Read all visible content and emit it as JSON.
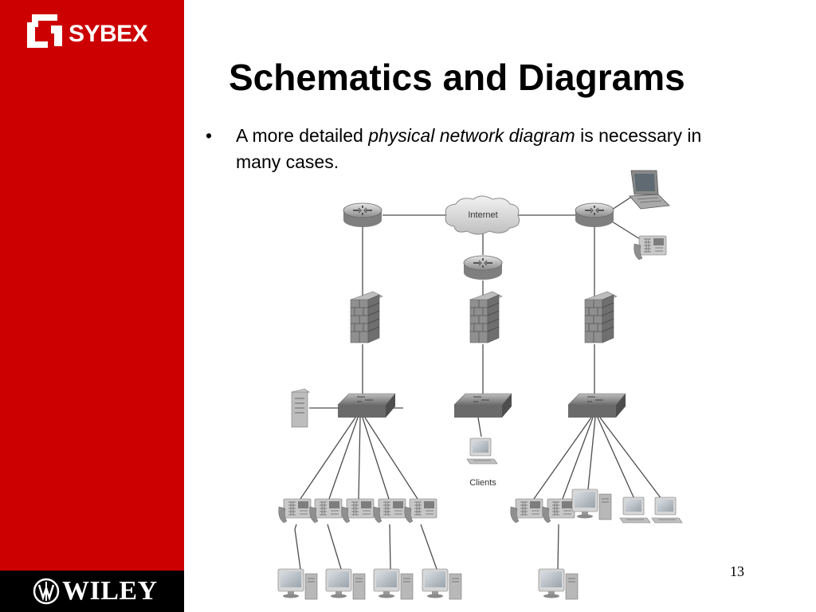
{
  "slide": {
    "title": "Schematics and Diagrams",
    "bullet_symbol": "•",
    "bullet_before": "A more detailed ",
    "bullet_italic": "physical network diagram",
    "bullet_after": " is necessary in many cases.",
    "page_number": "13"
  },
  "branding": {
    "top_logo": "SYBEX",
    "bottom_logo": "WILEY",
    "sidebar_color": "#cc0000",
    "footer_color": "#000000"
  },
  "diagram": {
    "cloud_label": "Internet",
    "clients_label": "Clients",
    "icons": [
      "router-icon",
      "cloud-icon",
      "firewall-icon",
      "switch-icon",
      "server-icon",
      "ip-phone-icon",
      "desktop-computer-icon",
      "laptop-icon"
    ]
  }
}
